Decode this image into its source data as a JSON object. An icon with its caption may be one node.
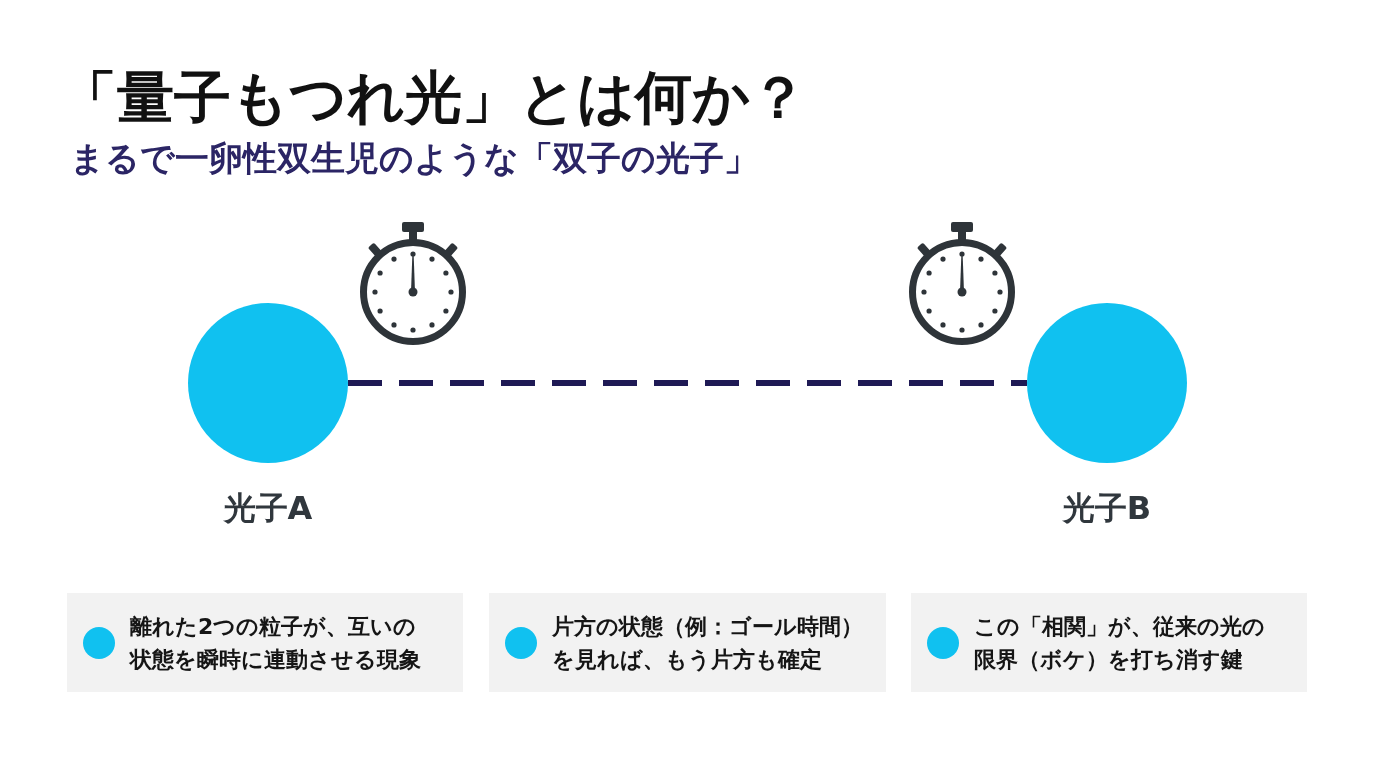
{
  "diagram": {
    "title": "「量子もつれ光」とは何か？",
    "nodes": [
      {
        "text": [],
        "shape": "circle",
        "beside": [
          "光子A"
        ]
      },
      {
        "text": [],
        "shape": "circle",
        "beside": [
          "光子B"
        ]
      },
      {
        "text": [
          "離れた2つの粒子が、互いの状態を瞬時に連動させる現象"
        ]
      },
      {
        "text": [
          "片方の状態（例：ゴール時間）を見れば、もう片方も確定"
        ]
      },
      {
        "text": [
          "この「相関」が、従来の光の限界（ボケ）を打ち消す鍵"
        ]
      }
    ],
    "edges": [
      {
        "from": 0,
        "to": 1,
        "arrow": "none",
        "style": "dashed"
      }
    ],
    "labels": [
      "まるで一卵性双生児のような「双子の光子」"
    ]
  }
}
